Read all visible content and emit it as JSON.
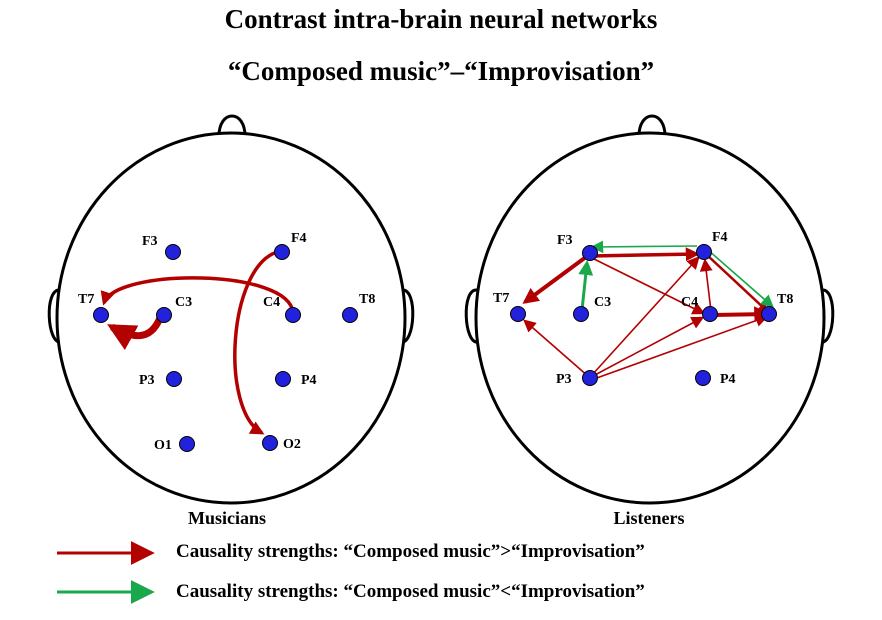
{
  "title_line1": "Contrast intra-brain neural networks",
  "title_line2": "“Composed music”–“Improvisation”",
  "colors": {
    "stronger_composed": "#b30000",
    "stronger_improvisation": "#1aa84a",
    "electrode": "#2222dd"
  },
  "panels": [
    {
      "label": "Musicians",
      "electrodes": [
        {
          "id": "F3",
          "label": "F3"
        },
        {
          "id": "F4",
          "label": "F4"
        },
        {
          "id": "T7",
          "label": "T7"
        },
        {
          "id": "C3",
          "label": "C3"
        },
        {
          "id": "C4",
          "label": "C4"
        },
        {
          "id": "T8",
          "label": "T8"
        },
        {
          "id": "P3",
          "label": "P3"
        },
        {
          "id": "P4",
          "label": "P4"
        },
        {
          "id": "O1",
          "label": "O1"
        },
        {
          "id": "O2",
          "label": "O2"
        }
      ],
      "connections": [
        {
          "from": "C4",
          "to": "T7",
          "direction": "composed>improvisation",
          "strength": "medium"
        },
        {
          "from": "C3",
          "to": "T7",
          "direction": "composed>improvisation",
          "strength": "strong"
        },
        {
          "from": "F4",
          "to": "O2",
          "direction": "composed>improvisation",
          "strength": "medium"
        }
      ]
    },
    {
      "label": "Listeners",
      "electrodes": [
        {
          "id": "F3",
          "label": "F3"
        },
        {
          "id": "F4",
          "label": "F4"
        },
        {
          "id": "T7",
          "label": "T7"
        },
        {
          "id": "C3",
          "label": "C3"
        },
        {
          "id": "C4",
          "label": "C4"
        },
        {
          "id": "T8",
          "label": "T8"
        },
        {
          "id": "P3",
          "label": "P3"
        },
        {
          "id": "P4",
          "label": "P4"
        }
      ],
      "connections": [
        {
          "from": "F3",
          "to": "T7",
          "direction": "composed>improvisation",
          "strength": "strong"
        },
        {
          "from": "F3",
          "to": "F4",
          "direction": "composed>improvisation",
          "strength": "medium"
        },
        {
          "from": "F4",
          "to": "F3",
          "direction": "composed<improvisation",
          "strength": "thin"
        },
        {
          "from": "C3",
          "to": "F3",
          "direction": "composed<improvisation",
          "strength": "medium"
        },
        {
          "from": "F3",
          "to": "C4",
          "direction": "composed>improvisation",
          "strength": "thin"
        },
        {
          "from": "F4",
          "to": "T8",
          "direction": "composed>improvisation",
          "strength": "medium"
        },
        {
          "from": "F4",
          "to": "T8",
          "direction": "composed<improvisation",
          "strength": "thin"
        },
        {
          "from": "C4",
          "to": "T8",
          "direction": "composed>improvisation",
          "strength": "strong"
        },
        {
          "from": "C4",
          "to": "F4",
          "direction": "composed>improvisation",
          "strength": "thin"
        },
        {
          "from": "P3",
          "to": "T7",
          "direction": "composed>improvisation",
          "strength": "thin"
        },
        {
          "from": "P3",
          "to": "F4",
          "direction": "composed>improvisation",
          "strength": "thin"
        },
        {
          "from": "P3",
          "to": "C4",
          "direction": "composed>improvisation",
          "strength": "thin"
        },
        {
          "from": "P3",
          "to": "T8",
          "direction": "composed>improvisation",
          "strength": "thin"
        }
      ]
    }
  ],
  "legend": [
    {
      "text": "Causality strengths: “Composed music”>“Improvisation”",
      "color": "#b30000"
    },
    {
      "text": "Causality strengths: “Composed music”<“Improvisation”",
      "color": "#1aa84a"
    }
  ]
}
